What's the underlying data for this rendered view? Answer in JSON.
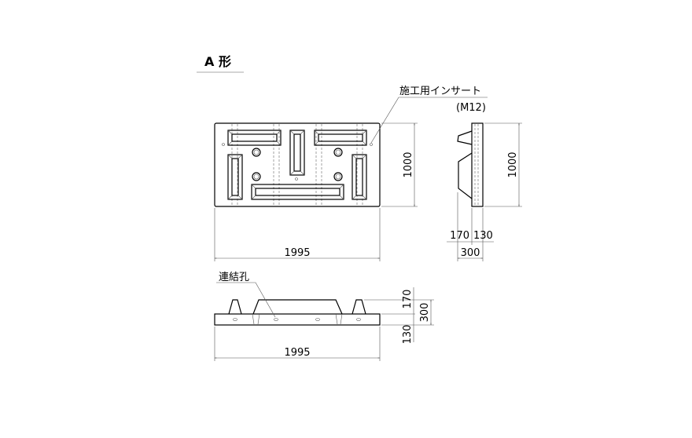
{
  "title": "A 形",
  "labels": {
    "insert": "施工用インサート",
    "insert_spec": "(M12)",
    "connection_hole": "連結孔"
  },
  "dimensions": {
    "plan_width": "1995",
    "plan_height": "1000",
    "side_height": "1000",
    "side_rib": "170",
    "side_plate": "130",
    "side_total": "300",
    "front_width": "1995",
    "front_rib": "170",
    "front_plate": "130",
    "front_total": "300"
  }
}
